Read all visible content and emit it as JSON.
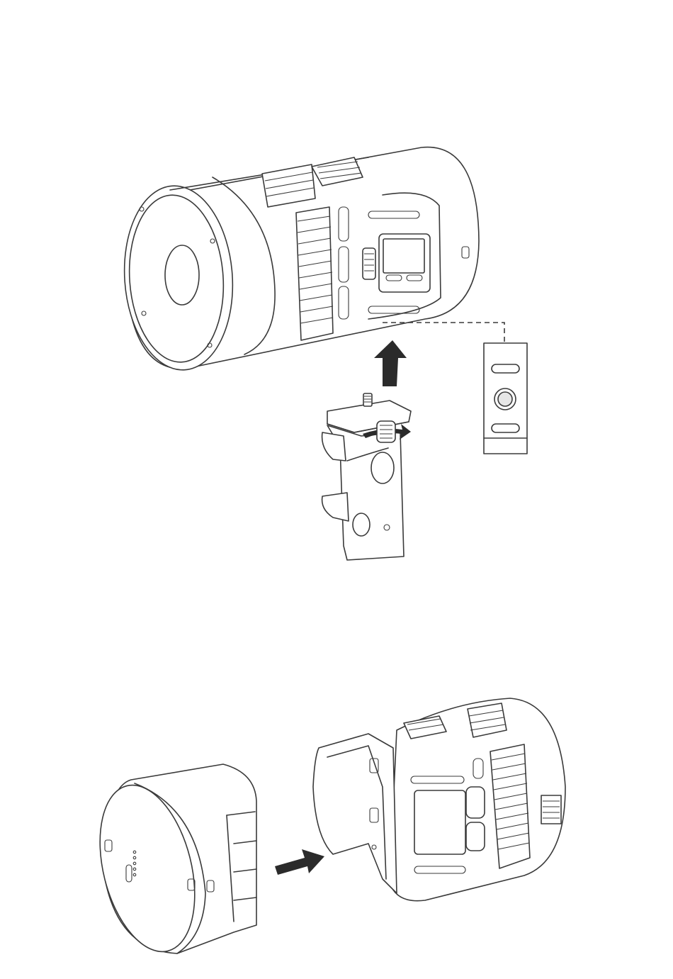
{
  "figure": {
    "panels": [
      "mount-to-holder",
      "attach-battery-cover"
    ],
    "colors": {
      "line": "#3a3a3a",
      "arrow": "#2b2b2b",
      "background": "#ffffff"
    },
    "icons": [
      "light-head",
      "up-arrow",
      "tripod-holder",
      "rotate-arrow",
      "base-detail",
      "battery-cover",
      "insert-arrow",
      "light-body-open"
    ]
  }
}
